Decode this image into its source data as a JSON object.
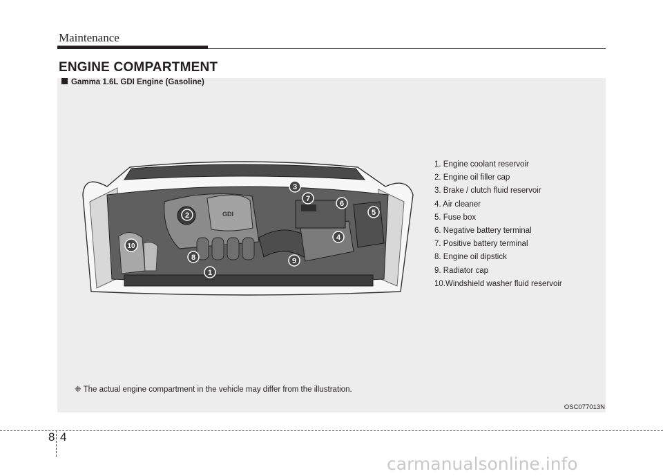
{
  "header": {
    "section": "Maintenance"
  },
  "title": "ENGINE COMPARTMENT",
  "figure": {
    "subtitle": "Gamma 1.6L GDI Engine (Gasoline)",
    "callouts": [
      "1",
      "2",
      "3",
      "4",
      "5",
      "6",
      "7",
      "8",
      "9",
      "10"
    ],
    "engine_text": "GDI",
    "legend": [
      "1. Engine coolant reservoir",
      "2. Engine oil filler cap",
      "3. Brake / clutch fluid reservoir",
      "4. Air cleaner",
      "5. Fuse box",
      "6. Negative battery terminal",
      "7. Positive battery terminal",
      "8. Engine oil dipstick",
      "9. Radiator cap",
      "10.Windshield washer fluid reservoir"
    ],
    "note": "❈ The actual engine compartment in the vehicle may differ from the illustration.",
    "code": "OSC077013N"
  },
  "footer": {
    "section_number": "8",
    "page_number": "4"
  },
  "watermark": "carmanualsonline.info"
}
